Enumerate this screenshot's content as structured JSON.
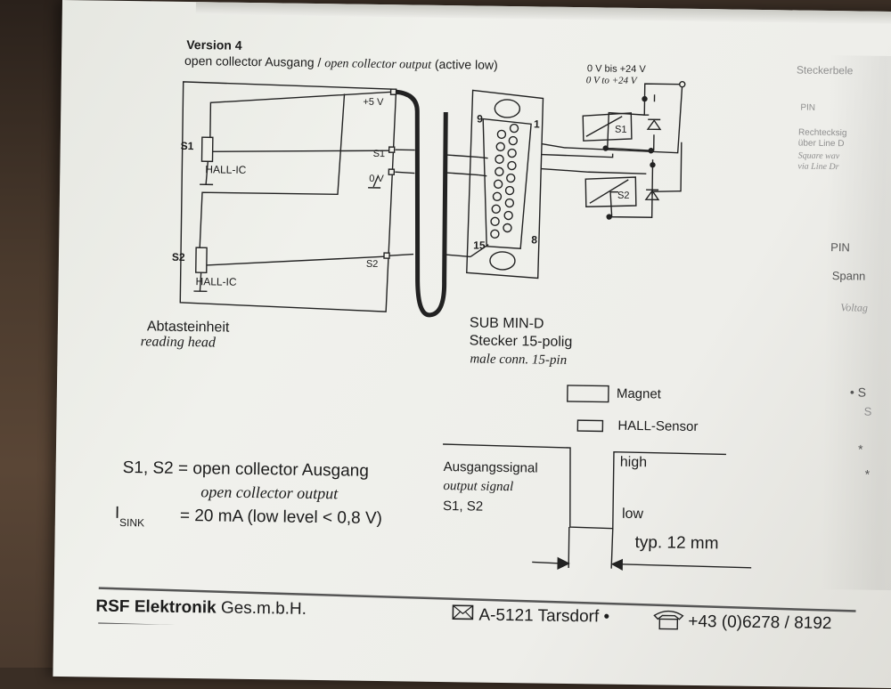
{
  "header": {
    "version": "Version 4",
    "subtitle_de": "open collector Ausgang /",
    "subtitle_en": "open collector output",
    "subtitle_suffix": "(active low)"
  },
  "reading_head": {
    "s1_label": "S1",
    "s2_label": "S2",
    "hall_ic_1": "HALL-IC",
    "hall_ic_2": "HALL-IC",
    "plus5v": "+5 V",
    "zero_v": "0 V",
    "term_s1": "S1",
    "term_s2": "S2",
    "caption_de": "Abtasteinheit",
    "caption_en": "reading head"
  },
  "connector": {
    "pin9": "9",
    "pin1": "1",
    "pin15": "15",
    "pin8": "8",
    "caption_line1": "SUB MIN-D",
    "caption_line2": "Stecker 15-polig",
    "caption_en": "male conn. 15-pin"
  },
  "relays": {
    "supply_de": "0 V bis +24 V",
    "supply_en": "0 V to +24 V",
    "r1": "S1",
    "r2": "S2"
  },
  "legend": {
    "magnet": "Magnet",
    "hall_sensor": "HALL-Sensor"
  },
  "spec": {
    "line1": "S1, S2 = open collector Ausgang",
    "line2": "open collector output",
    "isink_symbol": "I",
    "isink_sub": "SINK",
    "line3": "= 20 mA (low level < 0,8 V)"
  },
  "signal": {
    "title_de": "Ausgangssignal",
    "title_en": "output signal",
    "channels": "S1, S2",
    "high": "high",
    "low": "low",
    "width": "typ. 12 mm"
  },
  "footer": {
    "company": "RSF Elektronik",
    "company_suffix": "Ges.m.b.H.",
    "address": "A-5121 Tarsdorf •",
    "phone": "+43 (0)6278 / 8192"
  },
  "side_panel": {
    "title": "Steckerbele",
    "pin1": "PIN",
    "rect1": "Rechtecksig",
    "rect2": "über Line D",
    "rect3": "Square wav",
    "rect4": "via Line Dr",
    "pin2": "PIN",
    "spann": "Spann",
    "voltag": "Voltag",
    "bullet1": "• S",
    "s2": "S",
    "star1": "*",
    "star2": "*"
  }
}
